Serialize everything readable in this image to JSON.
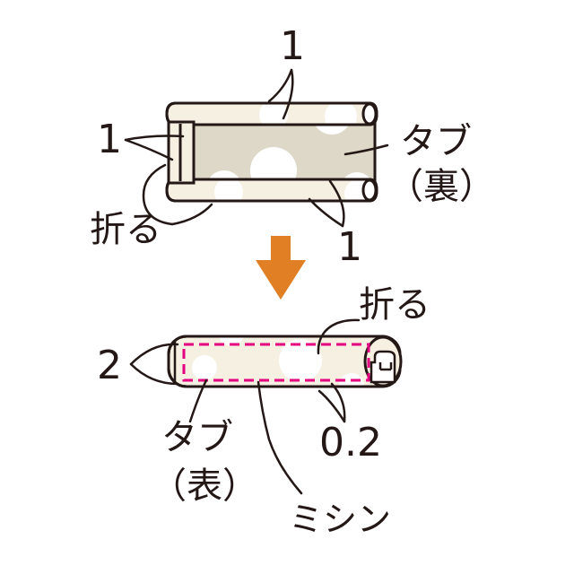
{
  "top": {
    "label_1_top": "1",
    "label_1_left": "1",
    "label_1_bottom": "1",
    "fold_label": "折る",
    "tab_label": "タブ",
    "tab_side": "（裏）"
  },
  "bottom": {
    "label_2": "2",
    "fold_label": "折る",
    "tab_label": "タブ",
    "tab_side": "（表）",
    "seam_allowance": "0.2",
    "stitch_label": "ミシン"
  },
  "colors": {
    "fabric": "#f6f0e2",
    "fabric_shade": "#ddd8c8",
    "outline": "#231815",
    "arrow": "#e07f24",
    "stitch": "#e4007f",
    "dot": "#ffffff"
  },
  "icons": {
    "arrow": "down-arrow-icon"
  }
}
